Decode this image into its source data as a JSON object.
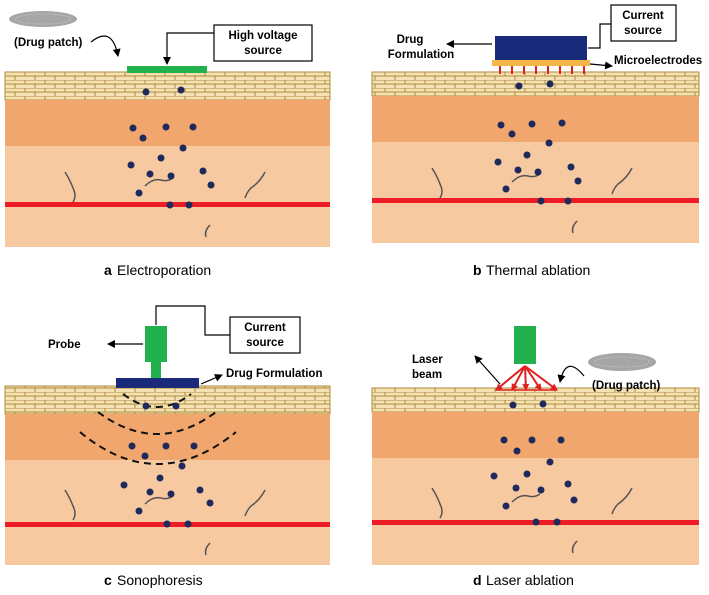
{
  "panels": [
    {
      "letter": "a",
      "title": "Electroporation",
      "labels": {
        "patch": "(Drug patch)",
        "source": "High voltage",
        "source2": "source"
      }
    },
    {
      "letter": "b",
      "title": "Thermal ablation",
      "labels": {
        "formulation": "Drug",
        "formulation2": "Formulation",
        "source": "Current",
        "source2": "source",
        "electrodes": "Microelectrodes"
      }
    },
    {
      "letter": "c",
      "title": "Sonophoresis",
      "labels": {
        "probe": "Probe",
        "source": "Current",
        "source2": "source",
        "formulation": "Drug Formulation"
      }
    },
    {
      "letter": "d",
      "title": "Laser ablation",
      "labels": {
        "beam": "Laser",
        "beam2": "beam",
        "patch": "(Drug patch)"
      }
    }
  ],
  "colors": {
    "stratum": "#f4e2b4",
    "brick_line": "#b08a3a",
    "epidermis": "#f0a66c",
    "dermis": "#f7c9a0",
    "hypodermis": "#f3b98b",
    "vessel": "#ee1c24",
    "particle": "#1f2a5c",
    "electrode_green": "#22b14c",
    "device_navy": "#1a2a7a",
    "laser_ray": "#e02020"
  }
}
